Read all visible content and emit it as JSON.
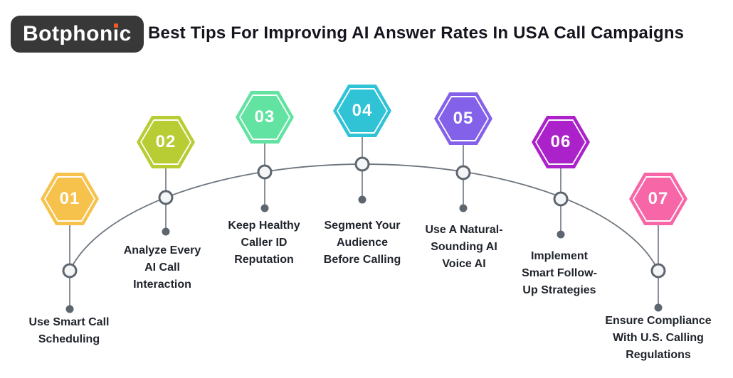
{
  "page": {
    "background": "#ffffff"
  },
  "header": {
    "logo": {
      "text": "Botphonic",
      "text_pre": "Botphon",
      "text_i": "i",
      "text_post": "c",
      "bg_color": "#383838",
      "text_color": "#ffffff",
      "i_dot_color": "#f05a28"
    },
    "title": "Best Tips For Improving AI Answer Rates In USA Call Campaigns",
    "title_color": "#15151f"
  },
  "diagram": {
    "type": "arc-timeline",
    "line_color": "#6d757e",
    "node_fill": "#f4f5f6",
    "node_stroke": "#5d666f",
    "dot_color": "#5d666f",
    "items": [
      {
        "number": "01",
        "color": "#f6c24c",
        "lines": [
          "Use Smart Call",
          "Scheduling"
        ]
      },
      {
        "number": "02",
        "color": "#b8cc33",
        "lines": [
          "Analyze Every",
          "AI Call",
          "Interaction"
        ]
      },
      {
        "number": "03",
        "color": "#62e3a1",
        "lines": [
          "Keep Healthy",
          "Caller ID",
          "Reputation"
        ]
      },
      {
        "number": "04",
        "color": "#30c3d6",
        "lines": [
          "Segment Your",
          "Audience",
          "Before Calling"
        ]
      },
      {
        "number": "05",
        "color": "#8461e9",
        "lines": [
          "Use A Natural-",
          "Sounding AI",
          "Voice AI"
        ]
      },
      {
        "number": "06",
        "color": "#ab22cb",
        "lines": [
          "Implement",
          "Smart Follow-",
          "Up Strategies"
        ]
      },
      {
        "number": "07",
        "color": "#f767a8",
        "lines": [
          "Ensure Compliance",
          "With U.S. Calling",
          "Regulations"
        ]
      }
    ]
  }
}
